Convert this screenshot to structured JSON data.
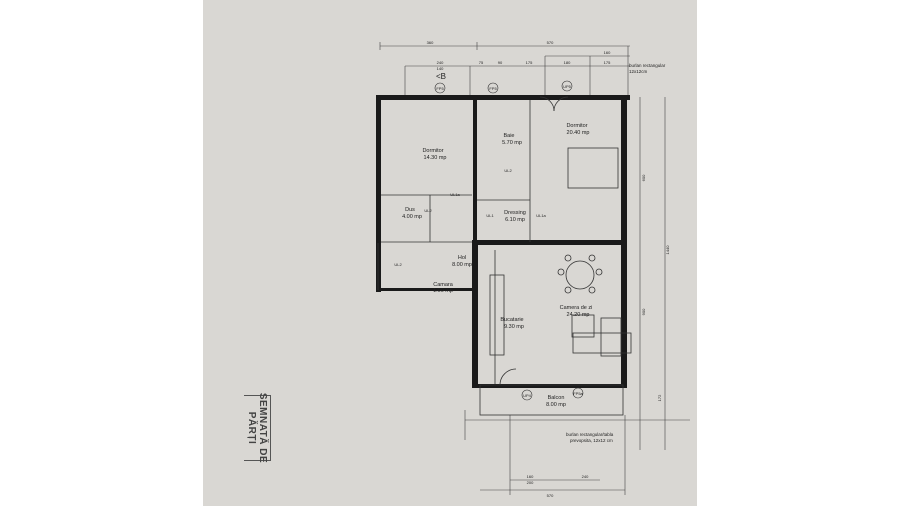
{
  "stamp": {
    "line1": "SEMNATĂ DE",
    "line2": "PĂRȚI"
  },
  "rooms": [
    {
      "name": "Dormitor",
      "area": "14.30 mp"
    },
    {
      "name": "Baie",
      "area": "5.70 mp"
    },
    {
      "name": "Dormitor",
      "area": "20.40 mp"
    },
    {
      "name": "Dus",
      "area": "4.00 mp"
    },
    {
      "name": "Dressing",
      "area": "6.10 mp"
    },
    {
      "name": "Hol",
      "area": "8.00 mp"
    },
    {
      "name": "Camara",
      "area": "1.00 mp"
    },
    {
      "name": "Bucatarie",
      "area": "9.30 mp"
    },
    {
      "name": "Camera de zi",
      "area": "24.20 mp"
    },
    {
      "name": "Balcon",
      "area": "8.00 mp"
    }
  ],
  "notes": {
    "downpipe_top_1": "burlan rectangular",
    "downpipe_top_2": "12x12cm",
    "downpipe_bottom_1": "burlan rectangular/tabla",
    "downpipe_bottom_2": "prevopsita, 12x12 cm",
    "section_mark": "<B"
  },
  "door_tags": [
    "FP5",
    "FP5",
    "UP5",
    "UL1a",
    "UL2",
    "UL1",
    "UL1a",
    "UL2",
    "UL2",
    "UP4",
    "FP5a"
  ],
  "dimensions": {
    "top": [
      "360",
      "570",
      "240",
      "140",
      "75",
      "90",
      "175",
      "180",
      "160",
      "175"
    ],
    "bottom": [
      "160",
      "200",
      "240",
      "570"
    ],
    "right": [
      "600",
      "1440",
      "900",
      "172"
    ]
  }
}
